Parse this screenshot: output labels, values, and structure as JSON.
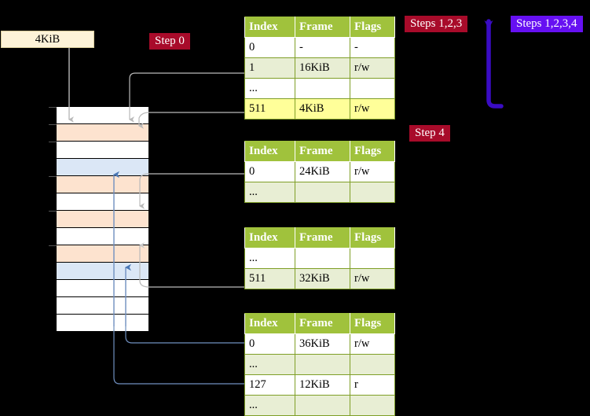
{
  "diagram": {
    "title_labels": {
      "memory_size_label": "4KiB",
      "step0": "Step 0",
      "step4": "Step 4",
      "steps123": "Steps 1,2,3",
      "steps1234": "Steps 1,2,3,4"
    },
    "colors": {
      "table_header_green": "#a0c23c",
      "table_alt_row": "#e8eed4",
      "highlight_yellow": "#ffff99",
      "frame_orange": "#fde3cf",
      "frame_blue": "#dbe7f6",
      "badge_red": "#a80b2a",
      "badge_purple": "#6610f2",
      "connector_gray": "#b6b6b6",
      "connector_blue": "#6f8fbf",
      "memory_box_cream": "#fdf3d8"
    },
    "columns": [
      "Index",
      "Frame",
      "Flags"
    ],
    "tables": [
      {
        "name": "pml4-table",
        "rows": [
          {
            "index": "0",
            "frame": "-",
            "flags": "-",
            "style": "plain",
            "highlight": false
          },
          {
            "index": "1",
            "frame": "16KiB",
            "flags": "r/w",
            "style": "alt",
            "highlight": false
          },
          {
            "index": "...",
            "frame": "",
            "flags": "",
            "style": "plain",
            "highlight": false
          },
          {
            "index": "511",
            "frame": "4KiB",
            "flags": "r/w",
            "style": "alt",
            "highlight": true
          }
        ]
      },
      {
        "name": "pdpt-table",
        "rows": [
          {
            "index": "0",
            "frame": "24KiB",
            "flags": "r/w",
            "style": "plain",
            "highlight": false
          },
          {
            "index": "...",
            "frame": "",
            "flags": "",
            "style": "alt",
            "highlight": false
          }
        ]
      },
      {
        "name": "pd-table",
        "rows": [
          {
            "index": "...",
            "frame": "",
            "flags": "",
            "style": "plain",
            "highlight": false
          },
          {
            "index": "511",
            "frame": "32KiB",
            "flags": "r/w",
            "style": "alt",
            "highlight": false
          }
        ]
      },
      {
        "name": "pt-table",
        "rows": [
          {
            "index": "0",
            "frame": "36KiB",
            "flags": "r/w",
            "style": "plain",
            "highlight": false
          },
          {
            "index": "...",
            "frame": "",
            "flags": "",
            "style": "alt",
            "highlight": false
          },
          {
            "index": "127",
            "frame": "12KiB",
            "flags": "r",
            "style": "plain",
            "highlight": false
          },
          {
            "index": "...",
            "frame": "",
            "flags": "",
            "style": "alt",
            "highlight": false
          }
        ]
      }
    ],
    "memory_grid": {
      "name": "physical-memory-frames",
      "rows": [
        {
          "fill": "white"
        },
        {
          "fill": "orange"
        },
        {
          "fill": "white"
        },
        {
          "fill": "blue"
        },
        {
          "fill": "orange"
        },
        {
          "fill": "white"
        },
        {
          "fill": "orange"
        },
        {
          "fill": "white"
        },
        {
          "fill": "orange"
        },
        {
          "fill": "blue"
        },
        {
          "fill": "white"
        },
        {
          "fill": "white"
        },
        {
          "fill": "white"
        }
      ]
    }
  }
}
